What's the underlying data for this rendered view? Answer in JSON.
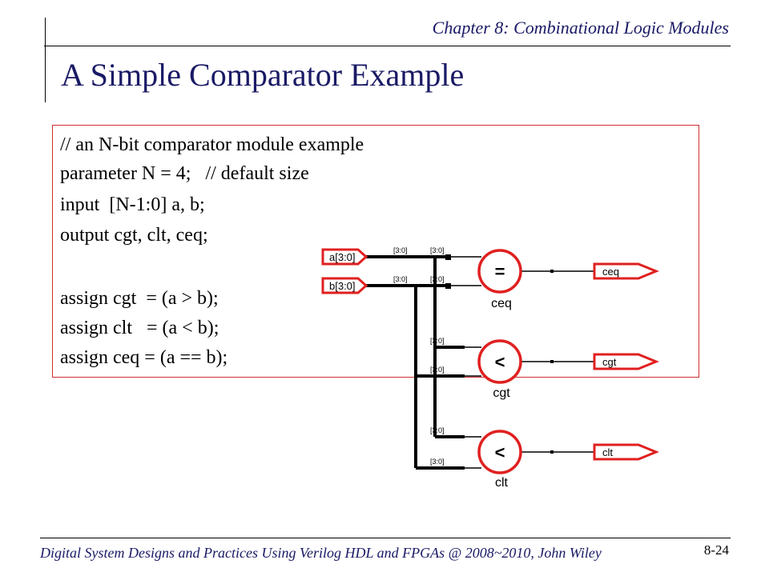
{
  "header": {
    "chapter": "Chapter 8: Combinational Logic Modules",
    "title": "A Simple Comparator Example"
  },
  "code": [
    "// an N-bit comparator module example",
    "parameter N = 4;   // default size",
    "input  [N-1:0] a, b;",
    "output cgt, clt, ceq;",
    "",
    "assign cgt  = (a > b);",
    "assign clt   = (a < b);",
    "assign ceq = (a == b);"
  ],
  "schematic": {
    "inputs": [
      "a[3:0]",
      "b[3:0]"
    ],
    "outputs": [
      "ceq",
      "cgt",
      "clt"
    ],
    "bus_label": "[3:0]",
    "gates": [
      {
        "symbol": "=",
        "label": "ceq"
      },
      {
        "symbol": "<",
        "label": "cgt"
      },
      {
        "symbol": "<",
        "label": "clt"
      }
    ],
    "colors": {
      "port": "#e02020",
      "wire": "#000000"
    }
  },
  "footer": {
    "text": "Digital System Designs and Practices Using Verilog HDL and FPGAs @ 2008~2010, John Wiley",
    "page": "8-24"
  }
}
